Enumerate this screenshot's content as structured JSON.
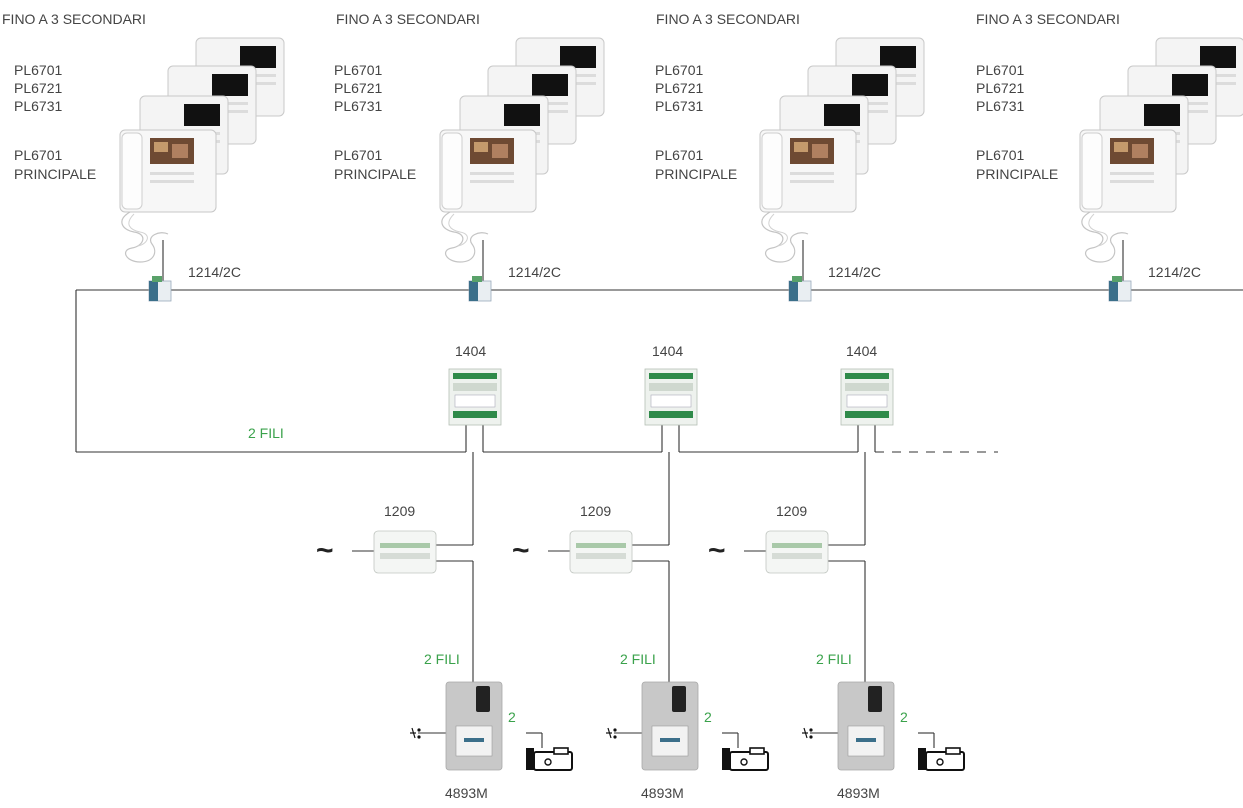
{
  "wiring_label": "2 FILI",
  "wire_color": "#333333",
  "label_green": "#3aa24b",
  "monitor_groups": [
    {
      "heading": "FINO A 3 SECONDARI",
      "secondary_models": [
        "PL6701",
        "PL6721",
        "PL6731"
      ],
      "main_model": "PL6701",
      "main_role": "PRINCIPALE",
      "distributor": "1214/2C"
    },
    {
      "heading": "FINO A 3 SECONDARI",
      "secondary_models": [
        "PL6701",
        "PL6721",
        "PL6731"
      ],
      "main_model": "PL6701",
      "main_role": "PRINCIPALE",
      "distributor": "1214/2C"
    },
    {
      "heading": "FINO A 3 SECONDARI",
      "secondary_models": [
        "PL6701",
        "PL6721",
        "PL6731"
      ],
      "main_model": "PL6701",
      "main_role": "PRINCIPALE",
      "distributor": "1214/2C"
    },
    {
      "heading": "FINO A 3 SECONDARI",
      "secondary_models": [
        "PL6701",
        "PL6721",
        "PL6731"
      ],
      "main_model": "PL6701",
      "main_role": "PRINCIPALE",
      "distributor": "1214/2C"
    }
  ],
  "entrance_branches": [
    {
      "switcher": "1404",
      "power_supply": "1209",
      "mains_symbol": "~",
      "riser_label": "2 FILI",
      "panel": "4893M",
      "lock_wires": "2"
    },
    {
      "switcher": "1404",
      "power_supply": "1209",
      "mains_symbol": "~",
      "riser_label": "2 FILI",
      "panel": "4893M",
      "lock_wires": "2"
    },
    {
      "switcher": "1404",
      "power_supply": "1209",
      "mains_symbol": "~",
      "riser_label": "2 FILI",
      "panel": "4893M",
      "lock_wires": "2"
    }
  ]
}
